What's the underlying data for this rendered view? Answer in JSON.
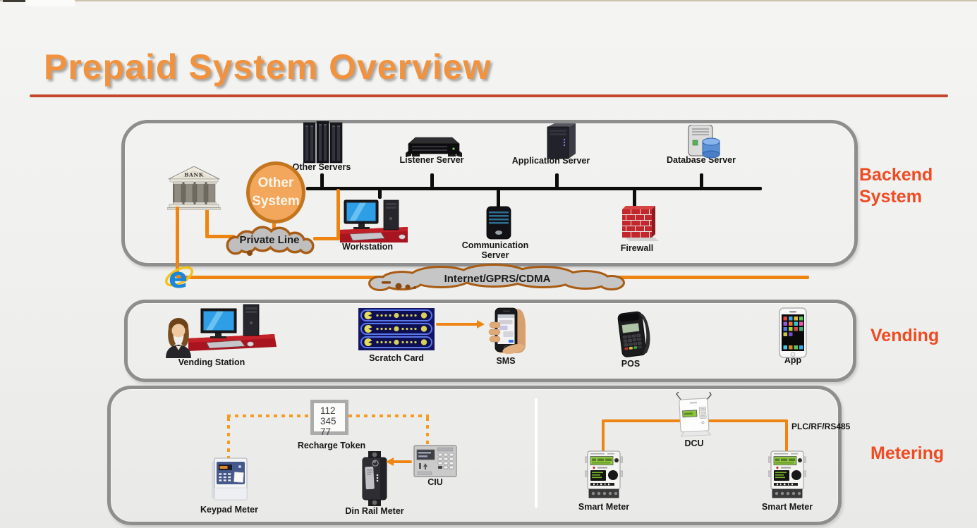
{
  "title": "Prepaid System Overview",
  "backend": {
    "section_label": "Backend System",
    "bank": "BANK",
    "other_system": "Other System",
    "private_line": "Private Line",
    "other_servers": "Other Servers",
    "listener_server": "Listener Server",
    "application_server": "Application Server",
    "database_server": "Database Server",
    "workstation": "Workstation",
    "communication_server": "Communication Server",
    "firewall": "Firewall"
  },
  "internet": {
    "label": "Internet/GPRS/CDMA"
  },
  "vending": {
    "section_label": "Vending",
    "vending_station": "Vending Station",
    "scratch_card": "Scratch Card",
    "sms": "SMS",
    "pos": "POS",
    "app": "App"
  },
  "metering": {
    "section_label": "Metering",
    "recharge_token": {
      "digits": [
        "112",
        "345",
        "77"
      ],
      "label": "Recharge Token"
    },
    "keypad_meter": "Keypad Meter",
    "din_rail_meter": "Din Rail Meter",
    "ciu": "CIU",
    "dcu": "DCU",
    "smart_meter_left": "Smart Meter",
    "smart_meter_right": "Smart Meter",
    "plc_label": "PLC/RF/RS485"
  },
  "colors": {
    "title_orange": "#F0923E",
    "section_label_red": "#EF4B23",
    "underline_red": "#C5472E",
    "connector_orange": "#EE8512",
    "cloud_border_brown": "#A85C14",
    "box_border_gray": "#8E8E8E"
  }
}
